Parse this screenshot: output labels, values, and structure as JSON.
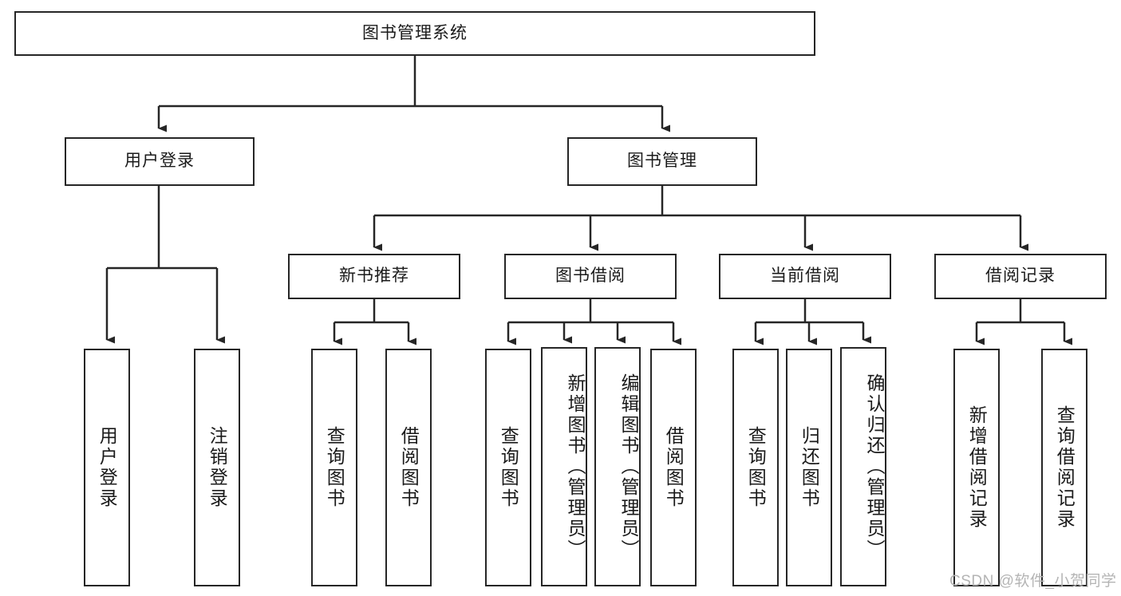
{
  "diagram": {
    "type": "tree",
    "root": {
      "id": "root",
      "label": "图书管理系统"
    },
    "level1": [
      {
        "id": "user-login",
        "label": "用户登录"
      },
      {
        "id": "book-management",
        "label": "图书管理"
      }
    ],
    "level2": [
      {
        "id": "new-book-recommend",
        "label": "新书推荐",
        "parent": "book-management"
      },
      {
        "id": "book-borrow",
        "label": "图书借阅",
        "parent": "book-management"
      },
      {
        "id": "current-borrow",
        "label": "当前借阅",
        "parent": "book-management"
      },
      {
        "id": "borrow-record",
        "label": "借阅记录",
        "parent": "book-management"
      }
    ],
    "leaves": [
      {
        "id": "leaf-user-login",
        "label": "用户登录",
        "parent": "user-login"
      },
      {
        "id": "leaf-logout",
        "label": "注销登录",
        "parent": "user-login"
      },
      {
        "id": "leaf-query-book-1",
        "label": "查询图书",
        "parent": "new-book-recommend"
      },
      {
        "id": "leaf-borrow-book-1",
        "label": "借阅图书",
        "parent": "new-book-recommend"
      },
      {
        "id": "leaf-query-book-2",
        "label": "查询图书",
        "parent": "book-borrow"
      },
      {
        "id": "leaf-add-book",
        "label": "新增图书（管理员）",
        "parent": "book-borrow"
      },
      {
        "id": "leaf-edit-book",
        "label": "编辑图书（管理员）",
        "parent": "book-borrow"
      },
      {
        "id": "leaf-borrow-book-2",
        "label": "借阅图书",
        "parent": "book-borrow"
      },
      {
        "id": "leaf-query-book-3",
        "label": "查询图书",
        "parent": "current-borrow"
      },
      {
        "id": "leaf-return-book",
        "label": "归还图书",
        "parent": "current-borrow"
      },
      {
        "id": "leaf-confirm-return",
        "label": "确认归还（管理员）",
        "parent": "current-borrow"
      },
      {
        "id": "leaf-add-record",
        "label": "新增借阅记录",
        "parent": "borrow-record"
      },
      {
        "id": "leaf-query-record",
        "label": "查询借阅记录",
        "parent": "borrow-record"
      }
    ]
  },
  "watermark": {
    "text": "CSDN @软件_小贺同学"
  },
  "colors": {
    "stroke": "#262626",
    "background": "#ffffff",
    "text": "#1a1a1a",
    "watermark": "#b4b4b4"
  }
}
